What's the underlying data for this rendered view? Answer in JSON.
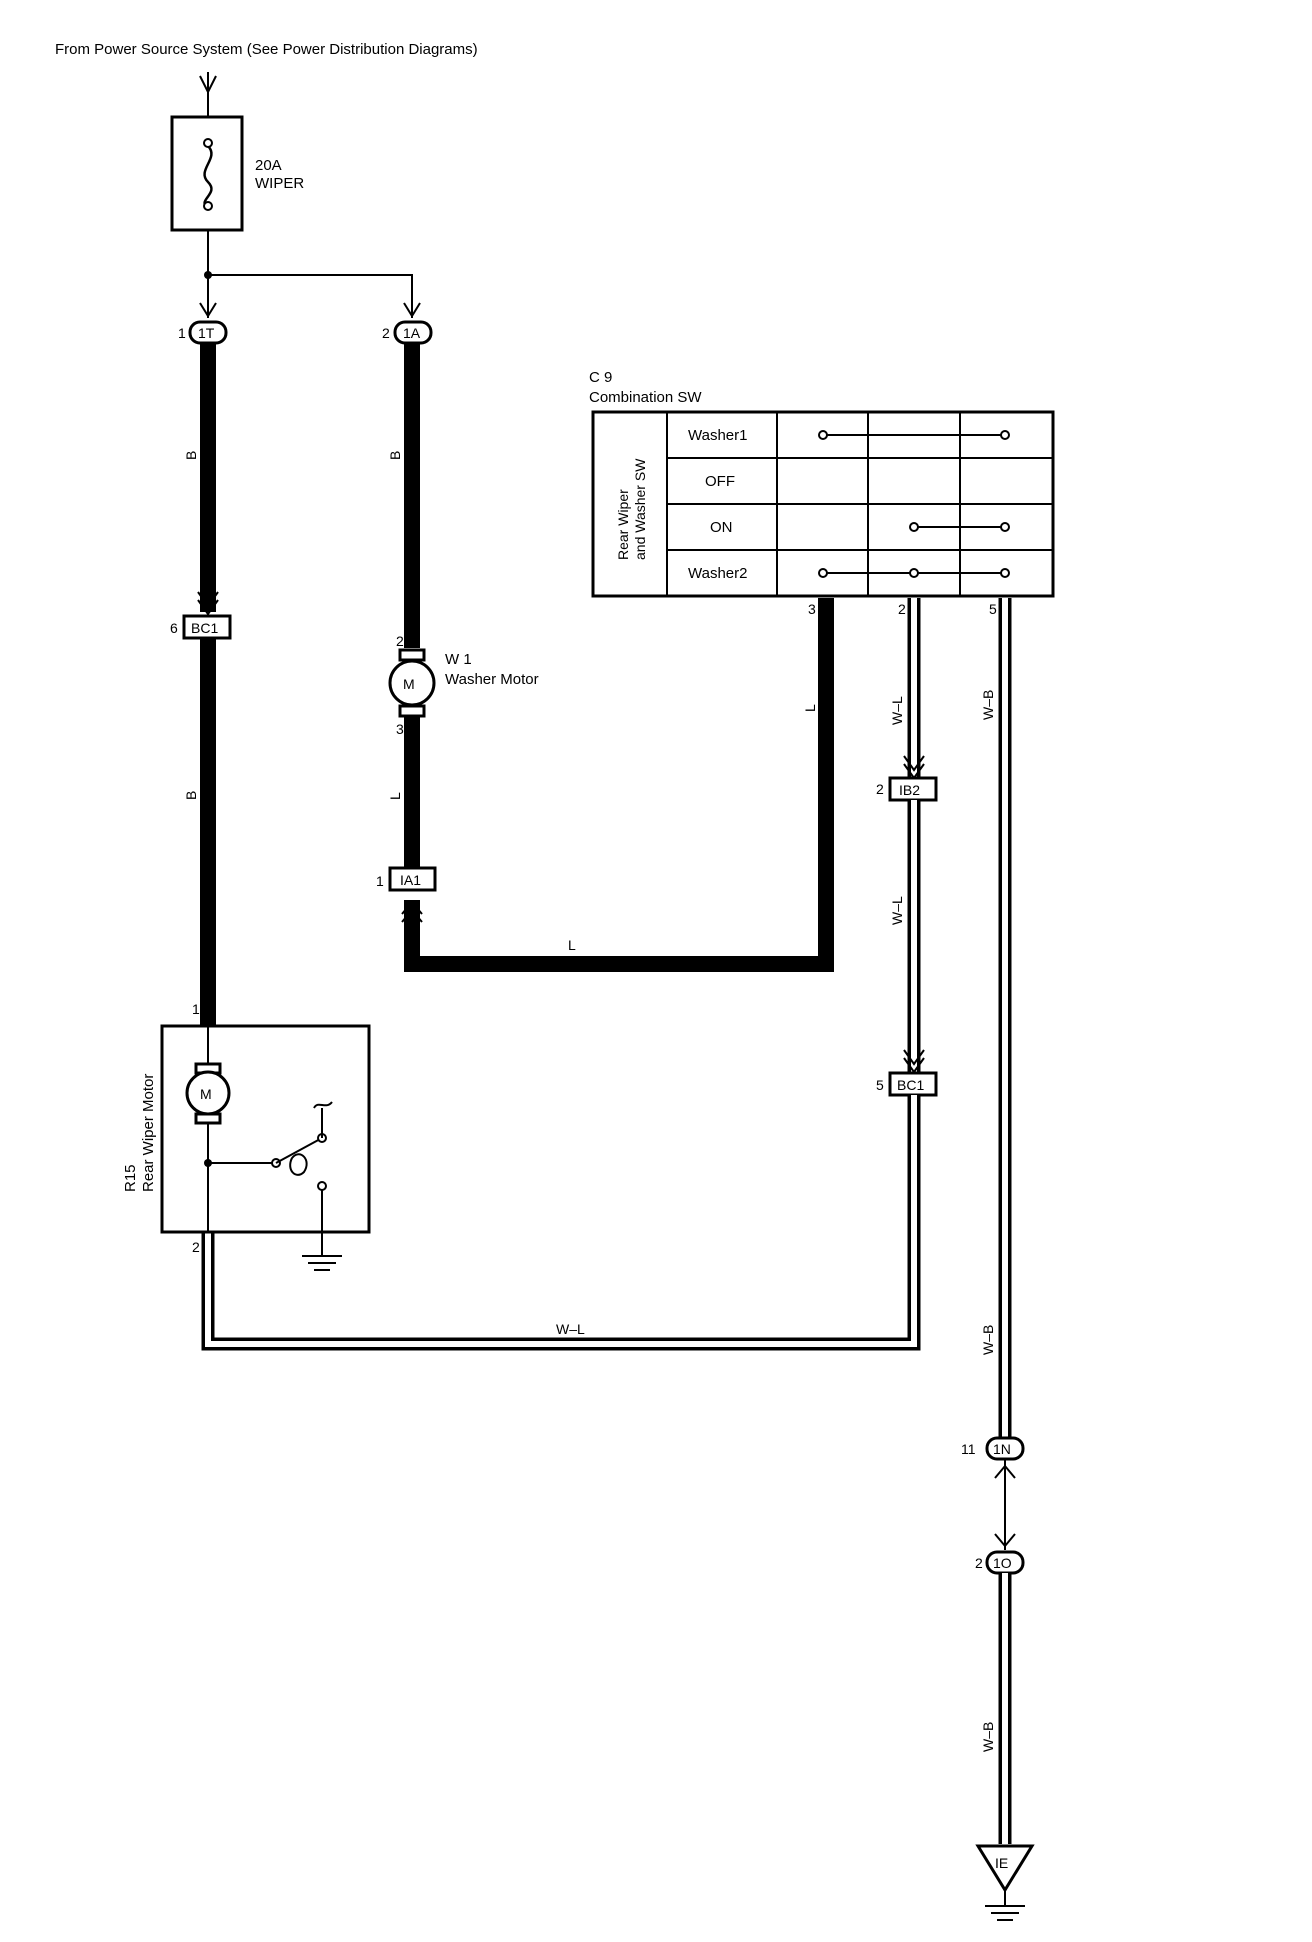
{
  "header": {
    "source_text": "From Power Source System (See Power Distribution Diagrams)"
  },
  "fuse": {
    "amp": "20A",
    "name": "WIPER"
  },
  "connectors": {
    "c1T": {
      "pin": "1",
      "id": "1T"
    },
    "c1A": {
      "pin": "2",
      "id": "1A"
    },
    "cBC1_top": {
      "pin": "6",
      "id": "BC1"
    },
    "cIA1": {
      "pin": "1",
      "id": "IA1"
    },
    "cIB2": {
      "pin": "2",
      "id": "IB2"
    },
    "cBC1_right": {
      "pin": "5",
      "id": "BC1"
    },
    "c1N": {
      "pin": "11",
      "id": "1N"
    },
    "c1O": {
      "pin": "2",
      "id": "1O"
    }
  },
  "washer_motor": {
    "code": "W 1",
    "name": "Washer Motor",
    "symbol": "M",
    "pin_top": "2",
    "pin_bottom": "3"
  },
  "wiper_motor": {
    "code": "R15",
    "name": "Rear Wiper Motor",
    "symbol": "M",
    "pin_top": "1",
    "pin_bottom": "2"
  },
  "combination_switch": {
    "code": "C 9",
    "name": "Combination SW",
    "side_label_1": "Rear Wiper",
    "side_label_2": "and Washer SW",
    "rows": [
      "Washer1",
      "OFF",
      "ON",
      "Washer2"
    ],
    "pins": [
      "3",
      "2",
      "5"
    ]
  },
  "wire_colors": {
    "fuse_to_wiper_a": "B",
    "fuse_to_wiper_b": "B",
    "fuse_to_washer": "B",
    "washer_to_ia1": "L",
    "switch_pin3": "L",
    "ia1_to_switch": "L",
    "switch_pin2_a": "W–L",
    "switch_pin2_b": "W–L",
    "bottom_return": "W–L",
    "switch_pin5_a": "W–B",
    "switch_pin5_b": "W–B",
    "ground_lead": "W–B"
  },
  "ground": {
    "id": "IE"
  }
}
